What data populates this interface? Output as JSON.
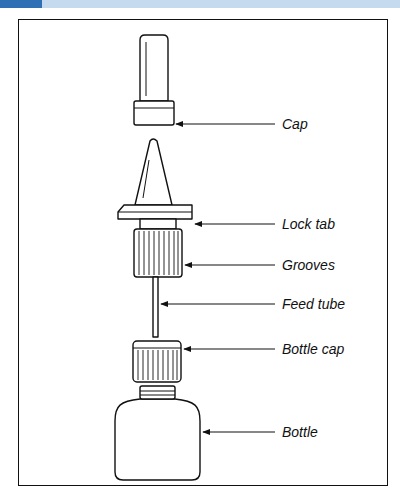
{
  "diagram": {
    "labels": [
      "Cap",
      "Lock tab",
      "Grooves",
      "Feed tube",
      "Bottle cap",
      "Bottle"
    ]
  }
}
